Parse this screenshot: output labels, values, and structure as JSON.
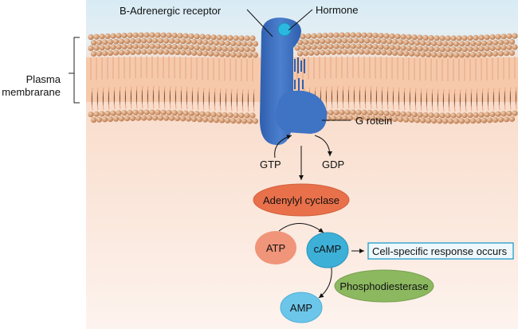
{
  "labels": {
    "receptor": "B-Adrenergic receptor",
    "hormone": "Hormone",
    "membrane_line1": "Plasma",
    "membrane_line2": "membrarane",
    "g_protein": "G rotein",
    "gtp": "GTP",
    "gdp": "GDP",
    "adenylyl_cyclase": "Adenylyl cyclase",
    "atp": "ATP",
    "camp": "cAMP",
    "response": "Cell-specific response occurs",
    "phosphodiesterase": "Phosphodiesterase",
    "amp": "AMP"
  },
  "colors": {
    "receptor": "#3d6fc0",
    "hormone": "#2bb8e0",
    "adenylyl_cyclase": "#e8704a",
    "atp": "#f0957a",
    "camp": "#3db0d8",
    "phosphodiesterase": "#8cb860",
    "amp": "#6cc6ea",
    "membrane_head": "#c98a5e",
    "extracellular": "#dcecf5",
    "cytoplasm": "#fbe4d6"
  }
}
